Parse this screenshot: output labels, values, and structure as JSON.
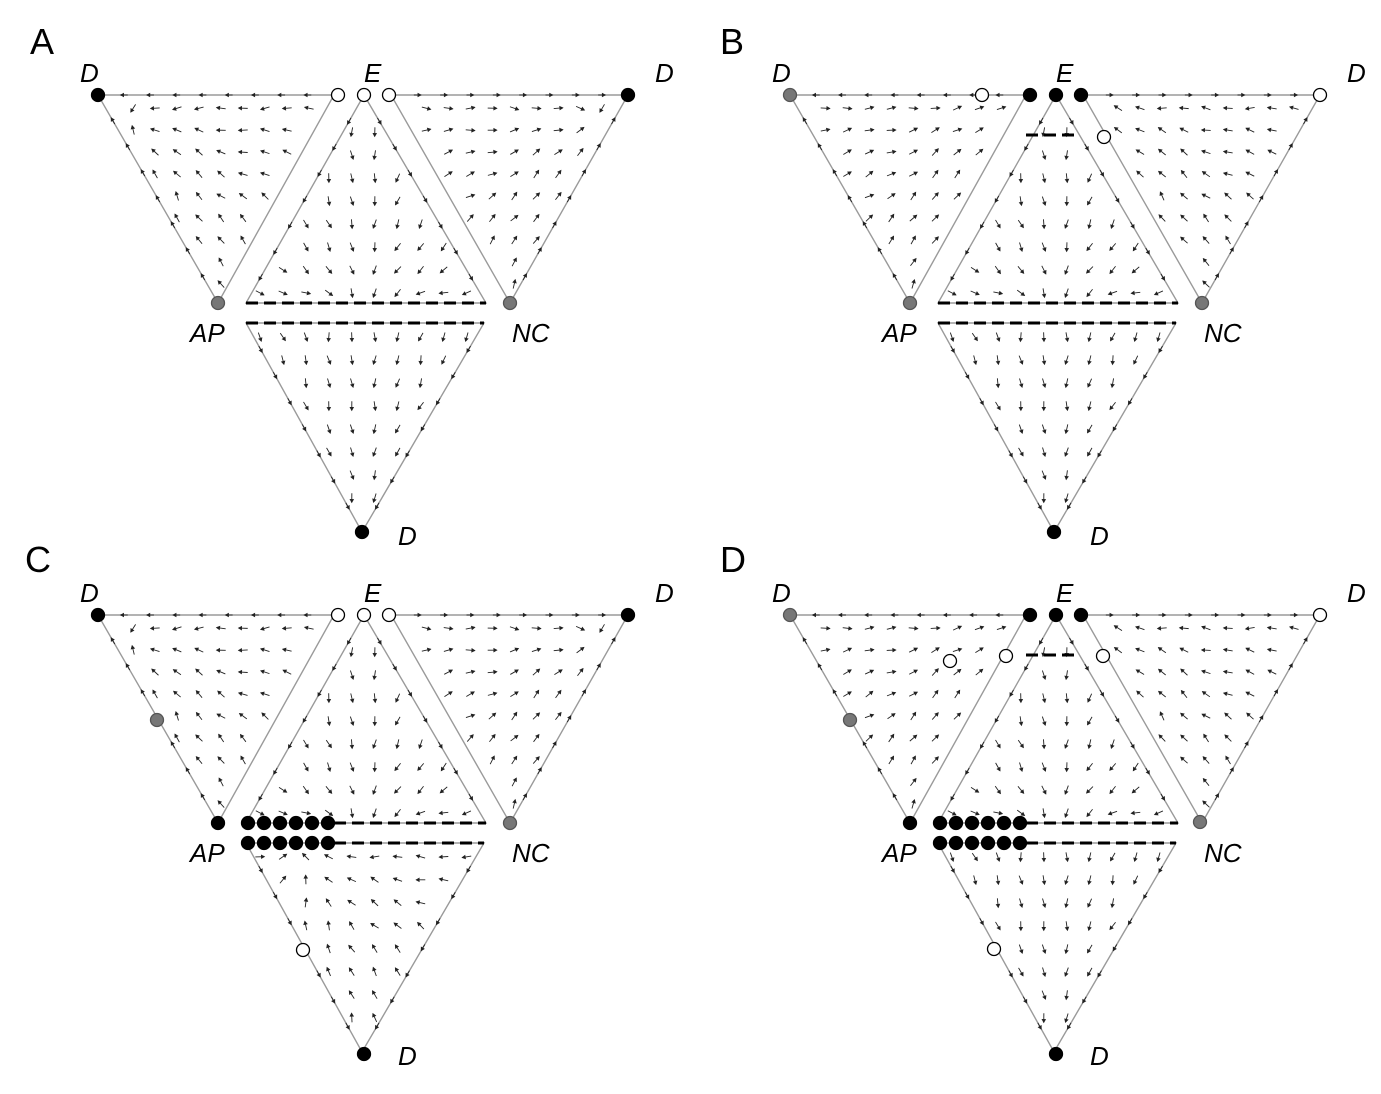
{
  "panels": [
    {
      "letter": "A",
      "vertex_labels": {
        "d_left": "D",
        "e": "E",
        "d_right": "D",
        "ap": "AP",
        "nc": "NC",
        "d_bottom": "D"
      }
    },
    {
      "letter": "B",
      "vertex_labels": {
        "d_left": "D",
        "e": "E",
        "d_right": "D",
        "ap": "AP",
        "nc": "NC",
        "d_bottom": "D"
      }
    },
    {
      "letter": "C",
      "vertex_labels": {
        "d_left": "D",
        "e": "E",
        "d_right": "D",
        "ap": "AP",
        "nc": "NC",
        "d_bottom": "D"
      }
    },
    {
      "letter": "D",
      "vertex_labels": {
        "d_left": "D",
        "e": "E",
        "d_right": "D",
        "ap": "AP",
        "nc": "NC",
        "d_bottom": "D"
      }
    }
  ],
  "colors": {
    "stable": "#000000",
    "saddle": "#777777",
    "unstable": "#ffffff",
    "edge": "#9a9a9a",
    "arrow": "#222222"
  }
}
